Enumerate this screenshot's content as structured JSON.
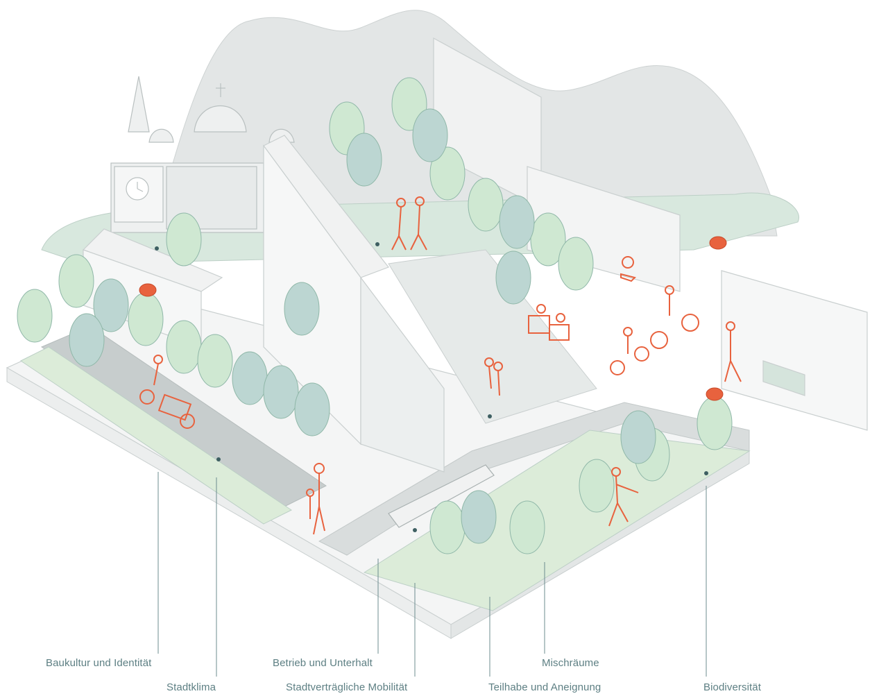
{
  "labels": {
    "baukultur": "Baukultur und Identität",
    "stadtklima": "Stadtklima",
    "betrieb": "Betrieb und Unterhalt",
    "mobilitaet": "Stadtverträgliche Mobilität",
    "mischraeume": "Mischräume",
    "teilhabe": "Teilhabe und Aneignung",
    "biodiversitaet": "Biodiversität"
  },
  "colors": {
    "mountain": "#e3e6e6",
    "building": "#f1f2f2",
    "building_stroke": "#c9cfcf",
    "tree_light": "#cfe8d2",
    "tree_dark": "#bcd6d2",
    "grass": "#dcecd9",
    "road": "#c7cdcd",
    "person": "#e8623e",
    "label_text": "#5d7f83",
    "leader_line": "#6d8c8f"
  }
}
